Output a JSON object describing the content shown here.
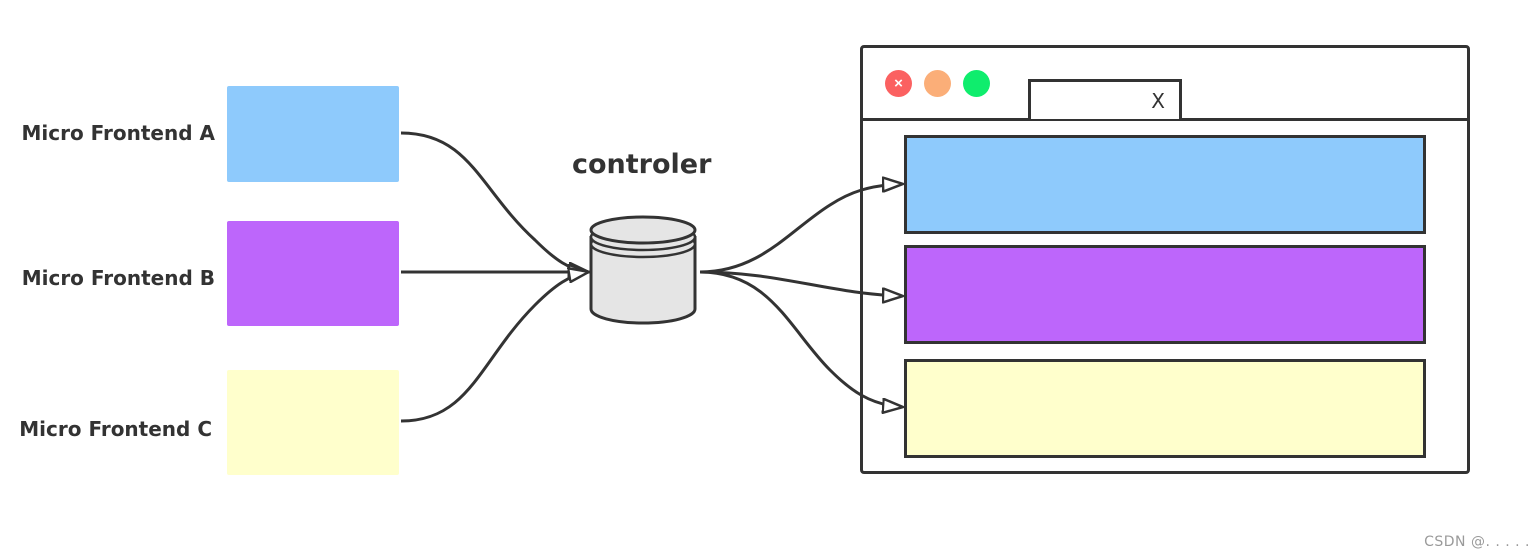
{
  "micro_frontends": [
    {
      "label": "Micro Frontend A",
      "color": "#8ecafc"
    },
    {
      "label": "Micro Frontend B",
      "color": "#bd66fb"
    },
    {
      "label": "Micro Frontend C",
      "color": "#ffffcc"
    }
  ],
  "controller": {
    "label": "controler",
    "icon": "database-icon",
    "fill": "#e5e5e5"
  },
  "browser": {
    "traffic_lights": {
      "close": "#fb6161",
      "minimize": "#fbae78",
      "maximize": "#0fed6d"
    },
    "close_glyph": "×",
    "tab_close_label": "X",
    "panels": [
      "#8ecafc",
      "#bd66fb",
      "#ffffcc"
    ]
  },
  "colors": {
    "stroke": "#333333"
  },
  "watermark": "CSDN @. . . . ."
}
